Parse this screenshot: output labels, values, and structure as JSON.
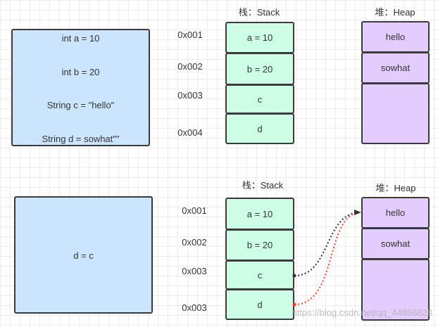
{
  "top": {
    "code_lines": [
      "int a = 10",
      "int b = 20",
      "String  c = \"hello\"",
      "String d = sowhat\"\""
    ],
    "stack_title": "栈：Stack",
    "heap_title": "堆：Heap",
    "addresses": [
      "0x001",
      "0x002",
      "0x003",
      "0x004"
    ],
    "stack_cells": [
      "a = 10",
      "b = 20",
      "c",
      "d"
    ],
    "heap_cells": [
      "hello",
      "sowhat"
    ]
  },
  "bottom": {
    "code_lines": [
      "d = c"
    ],
    "stack_title": "栈：Stack",
    "heap_title": "堆：Heap",
    "addresses": [
      "0x001",
      "0x002",
      "0x003",
      "0x003"
    ],
    "stack_cells": [
      "a = 10",
      "b = 20",
      "c",
      "d"
    ],
    "heap_cells": [
      "hello",
      "sowhat"
    ],
    "references": [
      {
        "from": "c",
        "to": "hello",
        "color": "#333333"
      },
      {
        "from": "d",
        "to": "hello",
        "color": "#ff3b30"
      }
    ]
  },
  "colors": {
    "code_box": "#cce5ff",
    "stack_cell": "#ccffe6",
    "heap_cell": "#e5ccff",
    "border": "#3a3a3a"
  },
  "watermark": "https://blog.csdn.net/qq_44866828"
}
